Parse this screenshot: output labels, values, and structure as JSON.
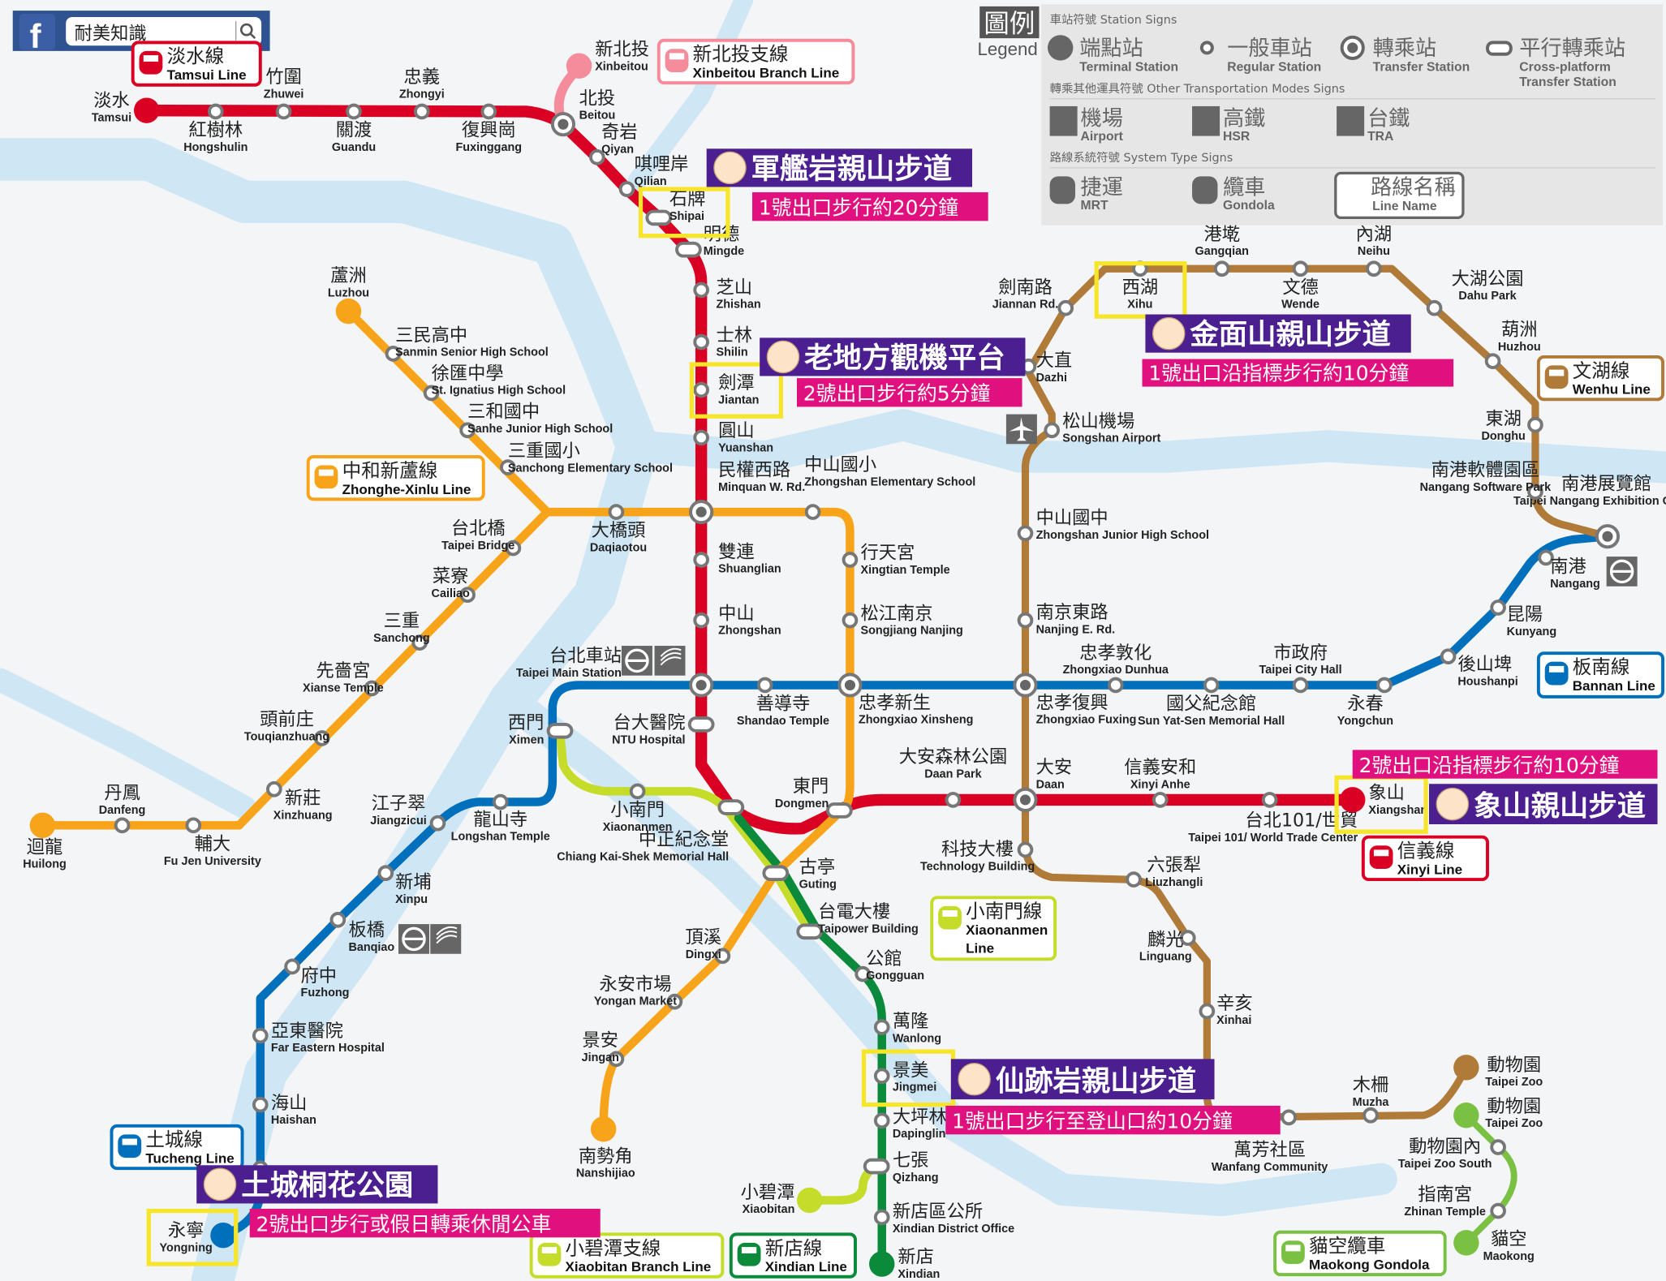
{
  "search_bar": {
    "brand_icon": "facebook-icon",
    "query": "耐美知識",
    "search_icon": "magnifier-icon"
  },
  "legend": {
    "title_zh": "圖例",
    "title_en": "Legend",
    "station_signs_header": "車站符號 Station Signs",
    "station_signs": [
      {
        "zh": "端點站",
        "en": "Terminal Station"
      },
      {
        "zh": "一般車站",
        "en": "Regular  Station"
      },
      {
        "zh": "轉乘站",
        "en": "Transfer  Station"
      },
      {
        "zh": "平行轉乘站",
        "en": "Cross-platform",
        "en2": "Transfer Station"
      }
    ],
    "other_modes_header": "轉乘其他運具符號 Other Transportation Modes Signs",
    "other_modes": [
      {
        "zh": "機場",
        "en": "Airport",
        "icon": "airplane-icon"
      },
      {
        "zh": "高鐵",
        "en": "HSR",
        "icon": "hsr-icon"
      },
      {
        "zh": "台鐵",
        "en": "TRA",
        "icon": "tra-icon"
      }
    ],
    "system_header": "路線系統符號  System Type Signs",
    "systems": [
      {
        "zh": "捷運",
        "en": "MRT",
        "icon": "train-icon"
      },
      {
        "zh": "纜車",
        "en": "Gondola",
        "icon": "gondola-icon"
      },
      {
        "zh": "路線名稱",
        "en": "Line Name"
      }
    ]
  },
  "colors": {
    "red": "#d90023",
    "pink": "#f48c9c",
    "green": "#0a8a3a",
    "lime": "#c6dc2a",
    "blue": "#0070bd",
    "orange": "#f8a41a",
    "brown": "#b07a38",
    "gondola": "#7ac043",
    "callout": "#4b1f8f",
    "callout_sub": "#e0117f",
    "highlight": "#f7e52a"
  },
  "line_names": [
    {
      "id": "tamsui",
      "zh": "淡水線",
      "en": "Tamsui Line",
      "color": "#d90023"
    },
    {
      "id": "xinbeitou",
      "zh": "新北投支線",
      "en": "Xinbeitou Branch Line",
      "color": "#f48c9c"
    },
    {
      "id": "zhonghe",
      "zh": "中和新蘆線",
      "en": "Zhonghe-Xinlu Line",
      "color": "#f8a41a"
    },
    {
      "id": "wenhu",
      "zh": "文湖線",
      "en": "Wenhu Line",
      "color": "#b07a38"
    },
    {
      "id": "bannan",
      "zh": "板南線",
      "en": "Bannan Line",
      "color": "#0070bd"
    },
    {
      "id": "xinyi",
      "zh": "信義線",
      "en": "Xinyi Line",
      "color": "#d90023"
    },
    {
      "id": "xiaonanmen",
      "zh": "小南門線",
      "en": "Xiaonanmen",
      "en2": "Line",
      "color": "#c6dc2a"
    },
    {
      "id": "tucheng",
      "zh": "土城線",
      "en": "Tucheng Line",
      "color": "#0070bd"
    },
    {
      "id": "xiaobitan",
      "zh": "小碧潭支線",
      "en": "Xiaobitan Branch Line",
      "color": "#c6dc2a"
    },
    {
      "id": "xindian",
      "zh": "新店線",
      "en": "Xindian Line",
      "color": "#0a8a3a"
    },
    {
      "id": "maokong",
      "zh": "貓空纜車",
      "en": "Maokong Gondola",
      "color": "#7ac043"
    }
  ],
  "callouts": [
    {
      "title": "軍艦岩親山步道",
      "sub": "1號出口步行約20分鐘",
      "station": "shipai"
    },
    {
      "title": "老地方觀機平台",
      "sub": "2號出口步行約5分鐘",
      "station": "jiantan"
    },
    {
      "title": "金面山親山步道",
      "sub": "1號出口沿指標步行約10分鐘",
      "station": "xihu"
    },
    {
      "title": "象山親山步道",
      "sub": "2號出口沿指標步行約10分鐘",
      "station": "xiangshan"
    },
    {
      "title": "仙跡岩親山步道",
      "sub": "1號出口步行至登山口約10分鐘",
      "station": "jingmei"
    },
    {
      "title": "土城桐花公園",
      "sub": "2號出口步行或假日轉乘休閒公車",
      "station": "yongning"
    }
  ],
  "stations": {
    "tamsui": {
      "zh": "淡水",
      "en": "Tamsui"
    },
    "hongshulin": {
      "zh": "紅樹林",
      "en": "Hongshulin"
    },
    "zhuwei": {
      "zh": "竹圍",
      "en": "Zhuwei"
    },
    "guandu": {
      "zh": "關渡",
      "en": "Guandu"
    },
    "zhongyi": {
      "zh": "忠義",
      "en": "Zhongyi"
    },
    "fuxinggang": {
      "zh": "復興崗",
      "en": "Fuxinggang"
    },
    "beitou": {
      "zh": "北投",
      "en": "Beitou"
    },
    "xinbeitou": {
      "zh": "新北投",
      "en": "Xinbeitou"
    },
    "qiyan": {
      "zh": "奇岩",
      "en": "Qiyan"
    },
    "qilian": {
      "zh": "唭哩岸",
      "en": "Qilian"
    },
    "shipai": {
      "zh": "石牌",
      "en": "Shipai"
    },
    "mingde": {
      "zh": "明德",
      "en": "Mingde"
    },
    "zhishan": {
      "zh": "芝山",
      "en": "Zhishan"
    },
    "shilin": {
      "zh": "士林",
      "en": "Shilin"
    },
    "jiantan": {
      "zh": "劍潭",
      "en": "Jiantan"
    },
    "yuanshan": {
      "zh": "圓山",
      "en": "Yuanshan"
    },
    "minquan": {
      "zh": "民權西路",
      "en": "Minquan W. Rd."
    },
    "shuanglian": {
      "zh": "雙連",
      "en": "Shuanglian"
    },
    "zhongshan": {
      "zh": "中山",
      "en": "Zhongshan"
    },
    "taipei_main": {
      "zh": "台北車站",
      "en": "Taipei Main Station"
    },
    "ntu": {
      "zh": "台大醫院",
      "en": "NTU Hospital"
    },
    "cks": {
      "zh": "中正紀念堂",
      "en": "Chiang Kai-Shek Memorial Hall"
    },
    "dongmen": {
      "zh": "東門",
      "en": "Dongmen"
    },
    "daan_park": {
      "zh": "大安森林公園",
      "en": "Daan Park"
    },
    "daan": {
      "zh": "大安",
      "en": "Daan"
    },
    "xinyi_anhe": {
      "zh": "信義安和",
      "en": "Xinyi Anhe"
    },
    "taipei101": {
      "zh": "台北101/世貿",
      "en": "Taipei 101/ World Trade Center"
    },
    "xiangshan": {
      "zh": "象山",
      "en": "Xiangshan"
    },
    "xiaonanmen": {
      "zh": "小南門",
      "en": "Xiaonanmen"
    },
    "guting": {
      "zh": "古亭",
      "en": "Guting"
    },
    "taipower": {
      "zh": "台電大樓",
      "en": "Taipower Building"
    },
    "gongguan": {
      "zh": "公館",
      "en": "Gongguan"
    },
    "wanlong": {
      "zh": "萬隆",
      "en": "Wanlong"
    },
    "jingmei": {
      "zh": "景美",
      "en": "Jingmei"
    },
    "dapinglin": {
      "zh": "大坪林",
      "en": "Dapinglin"
    },
    "qizhang": {
      "zh": "七張",
      "en": "Qizhang"
    },
    "xindian_do": {
      "zh": "新店區公所",
      "en": "Xindian District Office"
    },
    "xindian": {
      "zh": "新店",
      "en": "Xindian"
    },
    "xiaobitan": {
      "zh": "小碧潭",
      "en": "Xiaobitan"
    },
    "ximen": {
      "zh": "西門",
      "en": "Ximen"
    },
    "longshan": {
      "zh": "龍山寺",
      "en": "Longshan Temple"
    },
    "jiangzicui": {
      "zh": "江子翠",
      "en": "Jiangzicui"
    },
    "xinpu": {
      "zh": "新埔",
      "en": "Xinpu"
    },
    "banqiao": {
      "zh": "板橋",
      "en": "Banqiao"
    },
    "fuzhong": {
      "zh": "府中",
      "en": "Fuzhong"
    },
    "far_eastern": {
      "zh": "亞東醫院",
      "en": "Far Eastern Hospital"
    },
    "haishan": {
      "zh": "海山",
      "en": "Haishan"
    },
    "yongning": {
      "zh": "永寧",
      "en": "Yongning"
    },
    "shandao": {
      "zh": "善導寺",
      "en": "Shandao Temple"
    },
    "zx_xinsheng": {
      "zh": "忠孝新生",
      "en": "Zhongxiao Xinsheng"
    },
    "zx_fuxing": {
      "zh": "忠孝復興",
      "en": "Zhongxiao Fuxing"
    },
    "sys": {
      "zh": "國父紀念館",
      "en": "Sun Yat-Sen Memorial Hall"
    },
    "city_hall": {
      "zh": "市政府",
      "en": "Taipei City Hall"
    },
    "zx_dunhua": {
      "zh": "忠孝敦化",
      "en": "Zhongxiao Dunhua"
    },
    "yongchun": {
      "zh": "永春",
      "en": "Yongchun"
    },
    "houshanpi": {
      "zh": "後山埤",
      "en": "Houshanpi"
    },
    "kunyang": {
      "zh": "昆陽",
      "en": "Kunyang"
    },
    "nangang": {
      "zh": "南港",
      "en": "Nangang"
    },
    "nec": {
      "zh": "南港展覽館",
      "en": "Taipei Nangang Exhibition Center"
    },
    "luzhou": {
      "zh": "蘆洲",
      "en": "Luzhou"
    },
    "sanmin": {
      "zh": "三民高中",
      "en": "Sanmin Senior High School"
    },
    "st_ignatius": {
      "zh": "徐匯中學",
      "en": "St. Ignatius High School"
    },
    "sanhe": {
      "zh": "三和國中",
      "en": "Sanhe Junior High School"
    },
    "sanchong_elem": {
      "zh": "三重國小",
      "en": "Sanchong Elementary School"
    },
    "daqiaotou": {
      "zh": "大橋頭",
      "en": "Daqiaotou"
    },
    "zhongshan_elem": {
      "zh": "中山國小",
      "en": "Zhongshan Elementary School"
    },
    "xingtian": {
      "zh": "行天宮",
      "en": "Xingtian Temple"
    },
    "songjiang": {
      "zh": "松江南京",
      "en": "Songjiang Nanjing"
    },
    "dingxi": {
      "zh": "頂溪",
      "en": "Dingxi"
    },
    "yongan": {
      "zh": "永安市場",
      "en": "Yongan Market"
    },
    "jingan": {
      "zh": "景安",
      "en": "Jingan"
    },
    "nanshijiao": {
      "zh": "南勢角",
      "en": "Nanshijiao"
    },
    "taipei_bridge": {
      "zh": "台北橋",
      "en": "Taipei Bridge"
    },
    "cailiao": {
      "zh": "菜寮",
      "en": "Cailiao"
    },
    "sanchong": {
      "zh": "三重",
      "en": "Sanchong"
    },
    "xianse": {
      "zh": "先嗇宮",
      "en": "Xianse Temple"
    },
    "touqianzhuang": {
      "zh": "頭前庄",
      "en": "Touqianzhuang"
    },
    "xinzhuang": {
      "zh": "新莊",
      "en": "Xinzhuang"
    },
    "fujen": {
      "zh": "輔大",
      "en": "Fu Jen University"
    },
    "danfeng": {
      "zh": "丹鳳",
      "en": "Danfeng"
    },
    "huilong": {
      "zh": "迴龍",
      "en": "Huilong"
    },
    "taipei_zoo": {
      "zh": "動物園",
      "en": "Taipei Zoo"
    },
    "muzha": {
      "zh": "木柵",
      "en": "Muzha"
    },
    "wanfang_comm": {
      "zh": "萬芳社區",
      "en": "Wanfang Community"
    },
    "xinhai": {
      "zh": "辛亥",
      "en": "Xinhai"
    },
    "linguang": {
      "zh": "麟光",
      "en": "Linguang"
    },
    "liuzhangli": {
      "zh": "六張犁",
      "en": "Liuzhangli"
    },
    "tech_bldg": {
      "zh": "科技大樓",
      "en": "Technology Building"
    },
    "nanjing_e": {
      "zh": "南京東路",
      "en": "Nanjing E. Rd."
    },
    "zhongshan_jhs": {
      "zh": "中山國中",
      "en": "Zhongshan Junior High School"
    },
    "songshan_airport": {
      "zh": "松山機場",
      "en": "Songshan Airport"
    },
    "dazhi": {
      "zh": "大直",
      "en": "Dazhi"
    },
    "jiannan": {
      "zh": "劍南路",
      "en": "Jiannan Rd."
    },
    "xihu": {
      "zh": "西湖",
      "en": "Xihu"
    },
    "gangqian": {
      "zh": "港墘",
      "en": "Gangqian"
    },
    "wende": {
      "zh": "文德",
      "en": "Wende"
    },
    "neihu": {
      "zh": "內湖",
      "en": "Neihu"
    },
    "dahu": {
      "zh": "大湖公園",
      "en": "Dahu Park"
    },
    "huzhou": {
      "zh": "葫洲",
      "en": "Huzhou"
    },
    "donghu": {
      "zh": "東湖",
      "en": "Donghu"
    },
    "nangang_sp": {
      "zh": "南港軟體園區",
      "en": "Nangang Software Park"
    },
    "zoo_gondola": {
      "zh": "動物園",
      "en": "Taipei Zoo"
    },
    "zoo_south": {
      "zh": "動物園內",
      "en": "Taipei Zoo South"
    },
    "zhinan": {
      "zh": "指南宮",
      "en": "Zhinan Temple"
    },
    "maokong": {
      "zh": "貓空",
      "en": "Maokong"
    }
  }
}
